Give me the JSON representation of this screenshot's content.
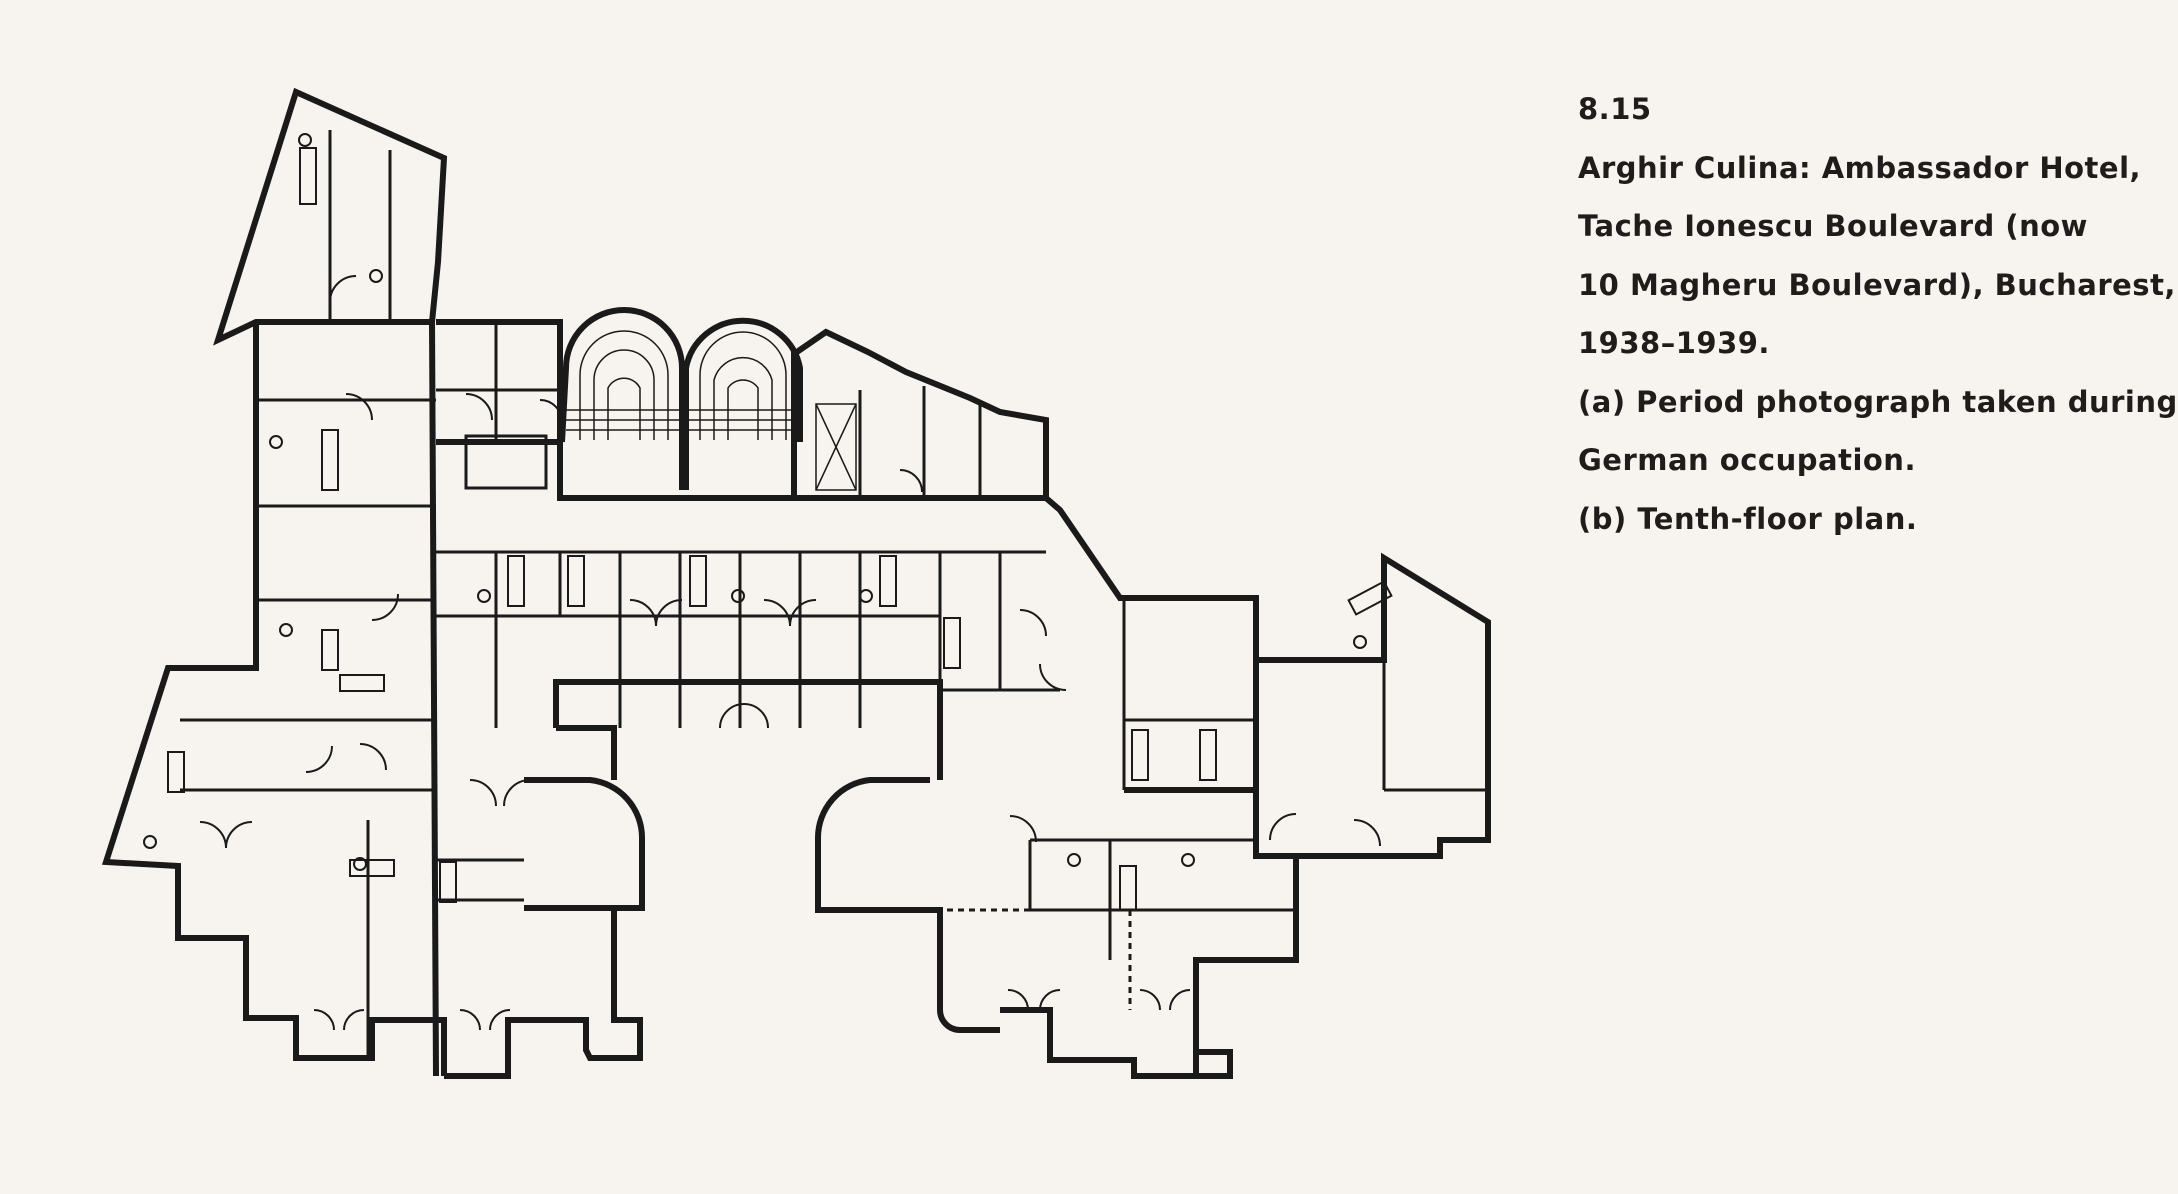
{
  "caption": {
    "number": "8.15",
    "architect_line": "Arghir Culina: Ambassador Hotel,",
    "address_line_1": "Tache Ionescu Boulevard (now",
    "address_line_2": "10 Magheru Boulevard), Bucharest,",
    "years": "1938–1939.",
    "item_a_line_1": "(a) Period photograph taken during",
    "item_a_line_2": "German occupation.",
    "item_b": "(b) Tenth-floor plan."
  }
}
